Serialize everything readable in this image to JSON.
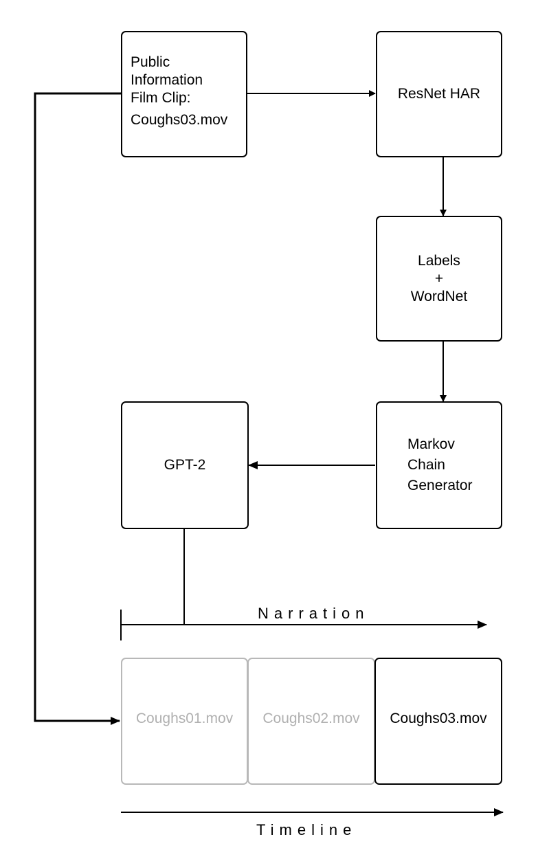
{
  "diagram": {
    "nodes": {
      "source_clip": {
        "lines": [
          "Public",
          "Information",
          "Film Clip:"
        ],
        "filename": "Coughs03.mov"
      },
      "resnet": {
        "label": "ResNet HAR"
      },
      "labels_wordnet": {
        "lines": [
          "Labels",
          "+",
          "WordNet"
        ]
      },
      "markov": {
        "lines": [
          "Markov",
          "Chain",
          "Generator"
        ]
      },
      "gpt2": {
        "label": "GPT-2"
      }
    },
    "tracks": {
      "narration": {
        "label": "Narration"
      },
      "timeline": {
        "label": "Timeline"
      }
    },
    "clips": [
      {
        "label": "Coughs01.mov",
        "state": "faded"
      },
      {
        "label": "Coughs02.mov",
        "state": "faded"
      },
      {
        "label": "Coughs03.mov",
        "state": "active"
      }
    ],
    "edges": [
      {
        "from": "source_clip",
        "to": "resnet"
      },
      {
        "from": "resnet",
        "to": "labels_wordnet"
      },
      {
        "from": "labels_wordnet",
        "to": "markov"
      },
      {
        "from": "markov",
        "to": "gpt2"
      },
      {
        "from": "gpt2",
        "to": "narration"
      },
      {
        "from": "source_clip",
        "to": "clips.0"
      }
    ],
    "colors": {
      "line": "#000000",
      "faded": "#b8b8b8"
    }
  }
}
